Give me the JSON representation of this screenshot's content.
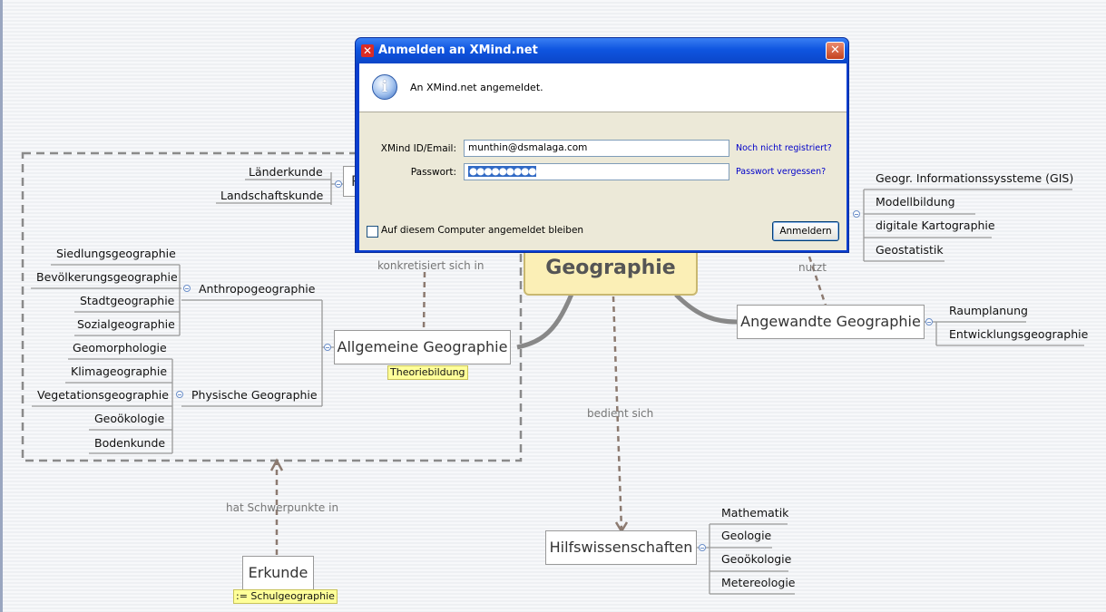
{
  "map": {
    "central": "Geographie",
    "left_partial_node": "P",
    "branches": {
      "laender": [
        "Länderkunde",
        "Landschaftskunde"
      ],
      "allgemeine": {
        "label": "Allgemeine Geographie",
        "note": "Theoriebildung",
        "anthropo": {
          "label": "Anthropogeographie",
          "children": [
            "Siedlungsgeographie",
            "Bevölkerungsgeographie",
            "Stadtgeographie",
            "Sozialgeographie"
          ]
        },
        "physische": {
          "label": "Physische Geographie",
          "children": [
            "Geomorphologie",
            "Klimageographie",
            "Vegetationsgeographie",
            "Geoökologie",
            "Bodenkunde"
          ]
        }
      },
      "angewandte": {
        "label": "Angewandte Geographie",
        "children": [
          "Raumplanung",
          "Entwicklungsgeographie"
        ]
      },
      "methoden": [
        "Geogr. Informationssyssteme (GIS)",
        "Modellbildung",
        "digitale Kartographie",
        "Geostatistik"
      ],
      "hilfs": {
        "label": "Hilfswissenschaften",
        "children": [
          "Mathematik",
          "Geologie",
          "Geoökologie",
          "Metereologie"
        ]
      },
      "erkunde": {
        "label": "Erkunde",
        "note": ":= Schulgeographie"
      }
    },
    "relations": {
      "konkretisiert": "konkretisiert sich in",
      "nutzt": "nutzt",
      "bedient": "bedient sich",
      "schwerpunkte": "hat Schwerpunkte in"
    }
  },
  "dialog": {
    "title": "Anmelden an XMind.net",
    "close_glyph": "✕",
    "info_glyph": "i",
    "info_message": "An XMind.net angemeldet.",
    "id_label": "XMind ID/Email:",
    "id_value": "munthin@dsmalaga.com",
    "register_link": "Noch nicht registriert?",
    "password_label": "Passwort:",
    "password_mask": "●●●●●●●●●",
    "forgot_link": "Passwort vergessen?",
    "remember_label": "Auf diesem Computer angemeldet bleiben",
    "login_button": "Anmeldern"
  }
}
